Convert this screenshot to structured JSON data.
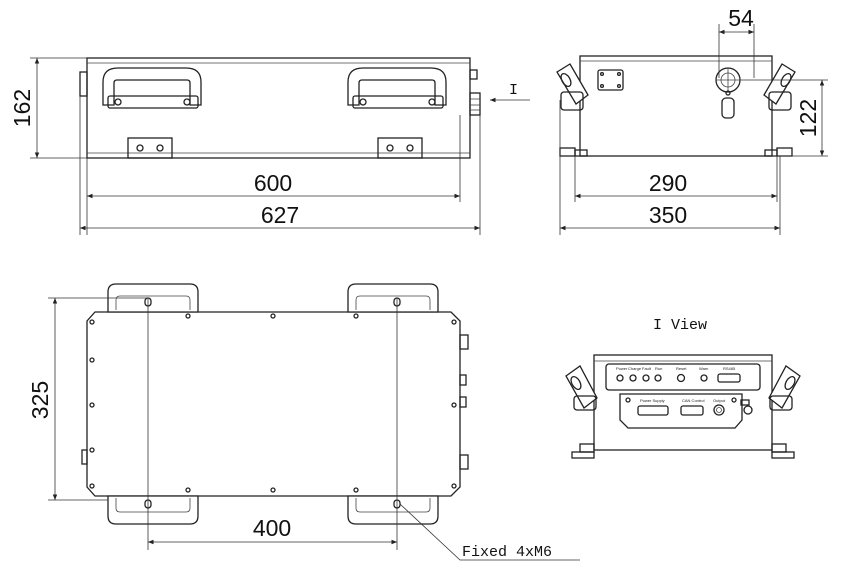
{
  "dimensions": {
    "front_height": "162",
    "front_inner_width": "600",
    "front_total_width": "627",
    "side_connector_width": "54",
    "side_height": "122",
    "side_inner_width": "290",
    "side_total_width": "350",
    "top_depth": "325",
    "top_hole_spacing": "400"
  },
  "labels": {
    "view_arrow": "I",
    "view_title": "I View",
    "fixing_note": "Fixed 4xM6"
  },
  "panel_labels": [
    "Power",
    "Charge",
    "Fault",
    "Run",
    "Reset",
    "Warn",
    "RS485"
  ],
  "connector_labels": [
    "Power Supply",
    "CAN Control",
    "Output"
  ]
}
